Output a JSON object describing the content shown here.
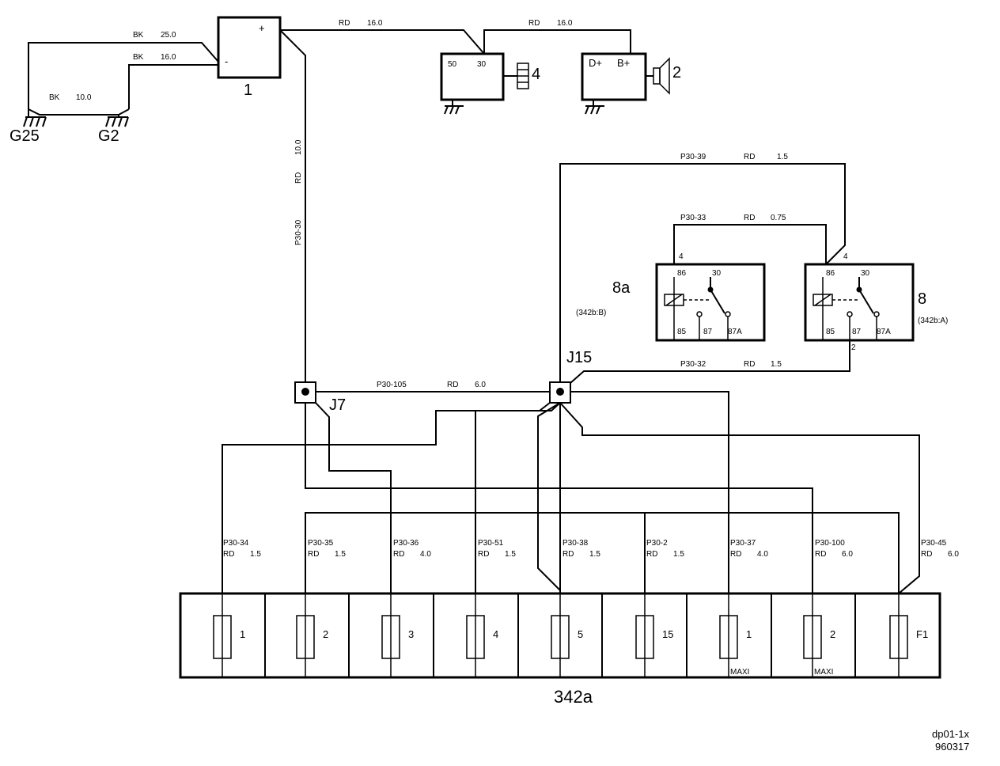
{
  "components": {
    "battery": {
      "id": "1",
      "plus": "+",
      "minus": "-"
    },
    "starter": {
      "id": "4",
      "t50": "50",
      "t30": "30"
    },
    "alternator": {
      "id": "2",
      "dplus": "D+",
      "bplus": "B+"
    },
    "grounds": {
      "g25": "G25",
      "g2": "G2"
    },
    "relay_8a": {
      "id": "8a",
      "ref": "(342b:B)",
      "pin_in": "4",
      "t86": "86",
      "t30": "30",
      "t85": "85",
      "t87": "87",
      "t87a": "87A"
    },
    "relay_8": {
      "id": "8",
      "ref": "(342b:A)",
      "pin_in": "4",
      "pin_out": "2",
      "t86": "86",
      "t30": "30",
      "t85": "85",
      "t87": "87",
      "t87a": "87A"
    },
    "junctions": {
      "j7": "J7",
      "j15": "J15"
    },
    "fuse_box": {
      "id": "342a",
      "fuses": [
        {
          "label": "1",
          "sub": ""
        },
        {
          "label": "2",
          "sub": ""
        },
        {
          "label": "3",
          "sub": ""
        },
        {
          "label": "4",
          "sub": ""
        },
        {
          "label": "5",
          "sub": ""
        },
        {
          "label": "15",
          "sub": ""
        },
        {
          "label": "1",
          "sub": "MAXI"
        },
        {
          "label": "2",
          "sub": "MAXI"
        },
        {
          "label": "F1",
          "sub": ""
        }
      ]
    }
  },
  "wires": {
    "g25_bat": {
      "color": "BK",
      "size": "25.0"
    },
    "g2_bat": {
      "color": "BK",
      "size": "16.0"
    },
    "g25_g2": {
      "color": "BK",
      "size": "10.0"
    },
    "bat_starter": {
      "color": "RD",
      "size": "16.0"
    },
    "starter_alt": {
      "color": "RD",
      "size": "16.0"
    },
    "bat_j7": {
      "circuit": "P30-30",
      "color": "RD",
      "size": "10.0"
    },
    "r8_top": {
      "circuit": "P30-39",
      "color": "RD",
      "size": "1.5"
    },
    "r8a_r8": {
      "circuit": "P30-33",
      "color": "RD",
      "size": "0.75"
    },
    "r8_j15": {
      "circuit": "P30-32",
      "color": "RD",
      "size": "1.5"
    },
    "j7_j15": {
      "circuit": "P30-105",
      "color": "RD",
      "size": "6.0"
    }
  },
  "fuse_wires": [
    {
      "circuit": "P30-34",
      "color": "RD",
      "size": "1.5"
    },
    {
      "circuit": "P30-35",
      "color": "RD",
      "size": "1.5"
    },
    {
      "circuit": "P30-36",
      "color": "RD",
      "size": "4.0"
    },
    {
      "circuit": "P30-51",
      "color": "RD",
      "size": "1.5"
    },
    {
      "circuit": "P30-38",
      "color": "RD",
      "size": "1.5"
    },
    {
      "circuit": "P30-2",
      "color": "RD",
      "size": "1.5"
    },
    {
      "circuit": "P30-37",
      "color": "RD",
      "size": "4.0"
    },
    {
      "circuit": "P30-100",
      "color": "RD",
      "size": "6.0"
    },
    {
      "circuit": "P30-45",
      "color": "RD",
      "size": "6.0"
    }
  ],
  "footer": {
    "code": "dp01-1x",
    "date": "960317"
  }
}
